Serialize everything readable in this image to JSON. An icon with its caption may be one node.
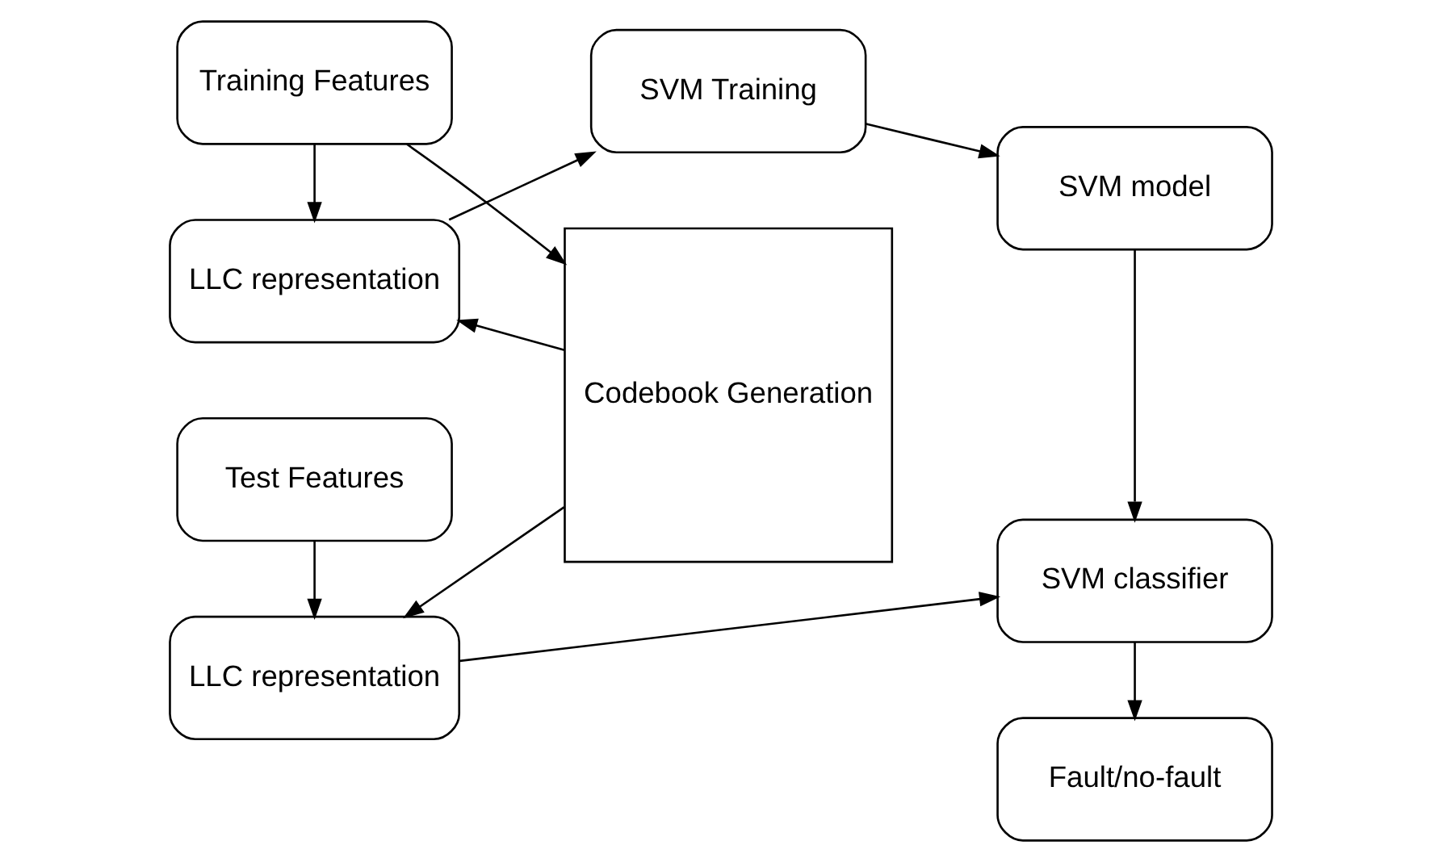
{
  "diagram": {
    "nodes": [
      {
        "text": [
          "Training Features"
        ]
      },
      {
        "text": [
          "Codebook Generation"
        ]
      },
      {
        "text": [
          "LLC representation"
        ]
      },
      {
        "text": [
          "SVM Training"
        ]
      },
      {
        "text": [
          "SVM model"
        ]
      },
      {
        "text": [
          "LLC representation"
        ]
      },
      {
        "text": [
          "SVM classifier"
        ]
      },
      {
        "text": [
          "Test Features"
        ]
      },
      {
        "text": [
          "Fault/no-fault"
        ]
      }
    ],
    "edges": [
      {
        "from": 0,
        "to": 1,
        "arrow": "to"
      },
      {
        "from": 0,
        "to": 2,
        "arrow": "to"
      },
      {
        "from": 1,
        "to": 2,
        "arrow": "to"
      },
      {
        "from": 2,
        "to": 3,
        "arrow": "to"
      },
      {
        "from": 3,
        "to": 4,
        "arrow": "to"
      },
      {
        "from": 4,
        "to": 6,
        "arrow": "to"
      },
      {
        "from": 1,
        "to": 5,
        "arrow": "to"
      },
      {
        "from": 5,
        "to": 6,
        "arrow": "to"
      },
      {
        "from": 7,
        "to": 5,
        "arrow": "to"
      },
      {
        "from": 6,
        "to": 8,
        "arrow": "to"
      }
    ]
  }
}
